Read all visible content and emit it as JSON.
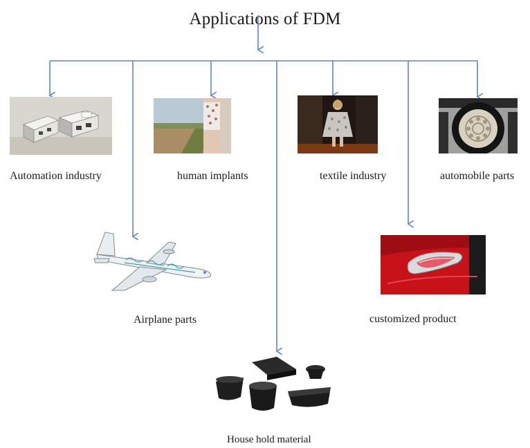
{
  "diagram": {
    "title": "Applications of FDM",
    "applications": [
      {
        "id": "automation-industry",
        "label": "Automation industry"
      },
      {
        "id": "human-implants",
        "label": "human implants"
      },
      {
        "id": "textile-industry",
        "label": "textile industry"
      },
      {
        "id": "automobile-parts",
        "label": "automobile parts"
      },
      {
        "id": "airplane-parts",
        "label": "Airplane parts"
      },
      {
        "id": "customized-product",
        "label": "customized product"
      },
      {
        "id": "household-material",
        "label": "House hold material"
      }
    ]
  },
  "colors": {
    "connector": "#5b86c4",
    "text": "#1a1a1a",
    "red_car": "#c8121a"
  }
}
